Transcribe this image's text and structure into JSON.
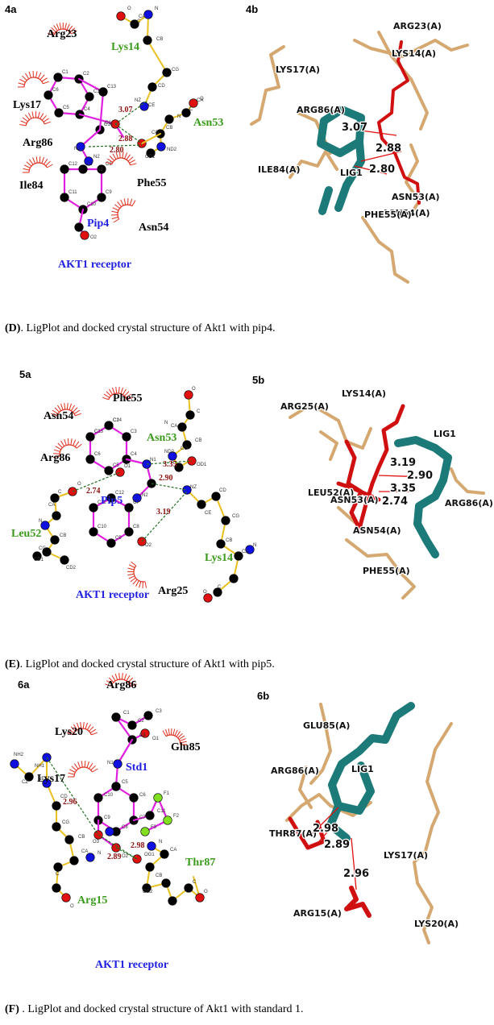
{
  "panels": [
    {
      "id": "4",
      "label_a": "4a",
      "label_b": "4b",
      "caption_bold": "(D)",
      "caption_text": ". LigPlot and docked crystal structure of Akt1 with pip4.",
      "receptor": "AKT1 receptor",
      "ligand": "Pip4",
      "hydrophobic": [
        "Arg23",
        "Lys17",
        "Arg86",
        "Ile84",
        "Phe55",
        "Asn54"
      ],
      "hbond_residues": [
        "Lys14",
        "Asn53"
      ],
      "hbond_distances": [
        "3.07",
        "2.88",
        "2.80"
      ],
      "atom_labels": [
        "O",
        "C",
        "CA",
        "N",
        "CB",
        "CG",
        "CD",
        "CE",
        "NZ",
        "CA",
        "C",
        "O",
        "N",
        "CB",
        "CG",
        "ND2",
        "OD1",
        "O1",
        "N1",
        "N2",
        "N3",
        "O2",
        "C1",
        "C2",
        "C3",
        "C4",
        "C5",
        "C6",
        "C7",
        "C8",
        "C9",
        "C10",
        "C11",
        "C12",
        "C13",
        "C14"
      ],
      "structure_labels": [
        "LYS17(A)",
        "ARG23(A)",
        "LYS14(A)",
        "ARG86(A)",
        "ILE84(A)",
        "LIG1",
        "ASN53(A)",
        "ASN54(A)",
        "PHE55(A)"
      ],
      "structure_distances": [
        "3.07",
        "2.88",
        "2.80"
      ]
    },
    {
      "id": "5",
      "label_a": "5a",
      "label_b": "5b",
      "caption_bold": "(E)",
      "caption_text": ". LigPlot and docked crystal structure of Akt1 with pip5.",
      "receptor": "AKT1 receptor",
      "ligand": "Pip5",
      "hydrophobic": [
        "Phe55",
        "Asn54",
        "Arg86",
        "Arg25"
      ],
      "hbond_residues": [
        "Asn53",
        "Leu52",
        "Lys14"
      ],
      "hbond_distances": [
        "3.35",
        "2.90",
        "2.74",
        "3.19"
      ],
      "atom_labels": [
        "O",
        "C",
        "CA",
        "N",
        "CB",
        "CG",
        "ND2",
        "OD1",
        "NZ",
        "CE",
        "CD",
        "CG",
        "CB",
        "CA",
        "N",
        "C",
        "O",
        "O",
        "C",
        "CA",
        "N",
        "CB",
        "CG",
        "CD1",
        "CD2",
        "O1",
        "O2",
        "N1",
        "N2",
        "C1",
        "C2",
        "C3",
        "C4",
        "C5",
        "C6",
        "C7",
        "C8",
        "C9",
        "C10",
        "C11",
        "C12",
        "C13",
        "C14"
      ],
      "structure_labels": [
        "ARG25(A)",
        "LYS14(A)",
        "LIG1",
        "LEU52(A)",
        "ASN53(A)",
        "ARG86(A)",
        "ASN54(A)",
        "PHE55(A)"
      ],
      "structure_distances": [
        "3.19",
        "2.90",
        "3.35",
        "2.74"
      ]
    },
    {
      "id": "6",
      "label_a": "6a",
      "label_b": "6b",
      "caption_bold": "(F)",
      "caption_text": " . LigPlot and docked crystal structure of Akt1 with standard 1.",
      "receptor": "AKT1 receptor",
      "ligand": "Std1",
      "hydrophobic": [
        "Arg86",
        "Lys20",
        "Glu85",
        "Lys17"
      ],
      "hbond_residues": [
        "Thr87",
        "Arg15"
      ],
      "hbond_distances": [
        "2.96",
        "2.89",
        "2.98"
      ],
      "atom_labels": [
        "NH2",
        "NH1",
        "CZ",
        "NE",
        "CD",
        "CG",
        "CB",
        "CA",
        "N",
        "C",
        "O",
        "N",
        "CA",
        "C",
        "O",
        "CB",
        "OG1",
        "CG2",
        "O1",
        "O2",
        "O3",
        "N1",
        "C1",
        "C2",
        "C3",
        "C4",
        "C5",
        "C6",
        "C7",
        "C8",
        "C9",
        "C10",
        "C11",
        "F1",
        "F2",
        "F3"
      ],
      "structure_labels": [
        "GLU85(A)",
        "ARG86(A)",
        "LIG1",
        "THR87(A)",
        "LYS17(A)",
        "ARG15(A)",
        "LYS20(A)"
      ],
      "structure_distances": [
        "2.98",
        "2.89",
        "2.96"
      ]
    }
  ],
  "colors": {
    "bond_yellow": "#e8c020",
    "bond_magenta": "#e020e0",
    "atom_black": "#000000",
    "atom_red": "#e01010",
    "atom_blue": "#1010e0",
    "atom_green": "#80e020",
    "hbond_green": "#207020",
    "distance_dark_red": "#8b1010",
    "hydrophobic_red": "#e03020",
    "residue_green": "#3a9a1a",
    "ligand_blue": "#2020e0",
    "receptor_blue": "#2020e0",
    "stick_tan": "#d4a870",
    "stick_teal": "#1c7a78",
    "stick_red": "#d01010",
    "pose_distance_red": "#e01010"
  }
}
